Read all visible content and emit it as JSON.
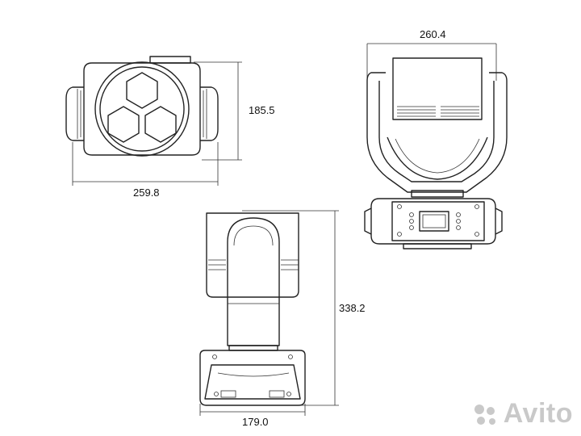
{
  "dimensions": {
    "front_width": "259.8",
    "front_height": "185.5",
    "side_width": "260.4",
    "full_height": "338.2",
    "base_depth": "179.0"
  },
  "watermark": {
    "text": "Avito",
    "color": "#c9c9c9"
  },
  "colors": {
    "line": "#222222",
    "background": "#ffffff"
  }
}
